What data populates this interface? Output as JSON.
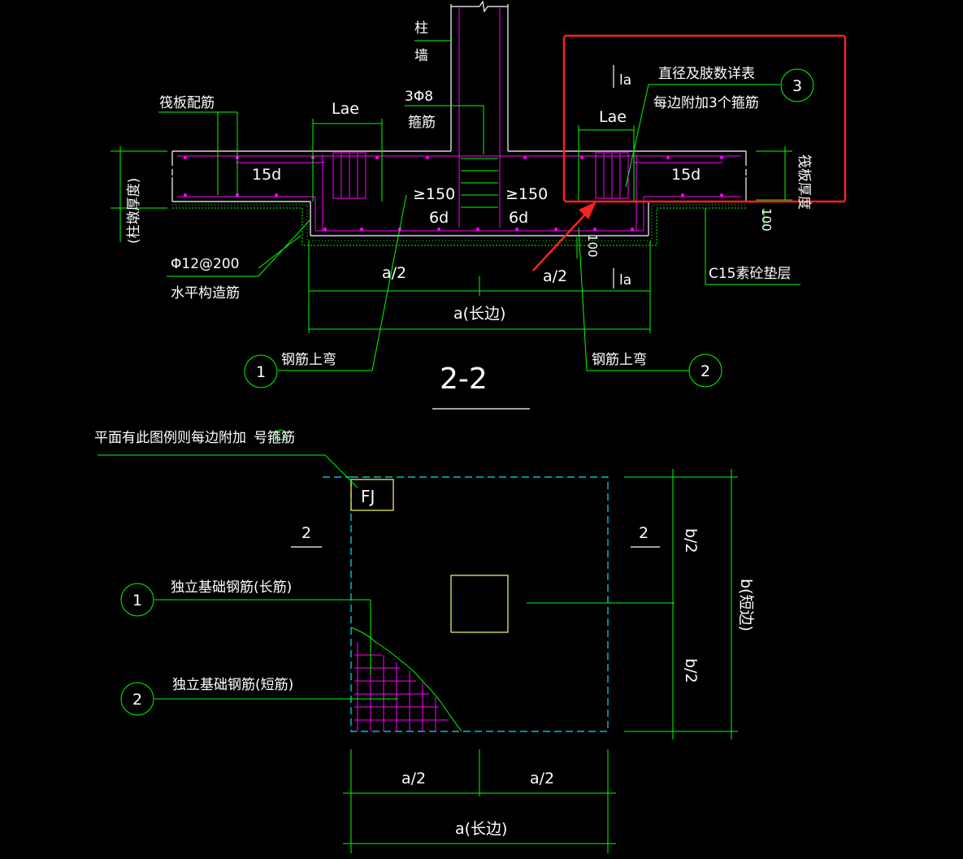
{
  "section": {
    "title": "2-2",
    "labels": {
      "column": "柱",
      "wall": "墙",
      "stirrup_count": "3Φ8",
      "stirrup": "箍筋",
      "raft_reinf": "筏板配筋",
      "lae_left": "Lae",
      "lae_right": "Lae",
      "fifteen_d_left": "15d",
      "fifteen_d_right": "15d",
      "ge150_left": "≥150",
      "ge150_right": "≥150",
      "six_d_left": "6d",
      "six_d_right": "6d",
      "la_top": "la",
      "la_bottom": "la",
      "diameter_note": "直径及肢数详表",
      "per_side_note": "每边附加3个箍筋",
      "raft_thickness_left": "(柱墩厚度)",
      "raft_thickness_right": "筏板厚度",
      "hundred_left": "100",
      "hundred_right": "100",
      "phi12": "Φ12@200",
      "horiz_bar": "水平构造筋",
      "c15": "C15素砼垫层",
      "a_half_left": "a/2",
      "a_half_right": "a/2",
      "a_long": "a(长边)",
      "bend_up_1": "钢筋上弯",
      "bend_up_2": "钢筋上弯",
      "circle_1": "1",
      "circle_2": "2",
      "circle_3": "3"
    }
  },
  "plan": {
    "legend_note": "平面有此图例则每边附加",
    "legend_note_tail": "号箍筋",
    "fj": "FJ",
    "section_mark_left": "2",
    "section_mark_right": "2",
    "long_bar": "独立基础钢筋(长筋)",
    "short_bar": "独立基础钢筋(短筋)",
    "circle_1": "1",
    "circle_2": "2",
    "b_half_top": "b/2",
    "b_half_bottom": "b/2",
    "b_short": "b(短边)",
    "a_half_left": "a/2",
    "a_half_right": "a/2",
    "a_long": "a(长边)"
  },
  "colors": {
    "background": "#000000",
    "dimension": "#00ff00",
    "rebar": "#ff00ff",
    "outline": "#ffffff",
    "dashed": "#00e5ff",
    "highlight": "#ff2020",
    "column_box": "#ffff66"
  }
}
